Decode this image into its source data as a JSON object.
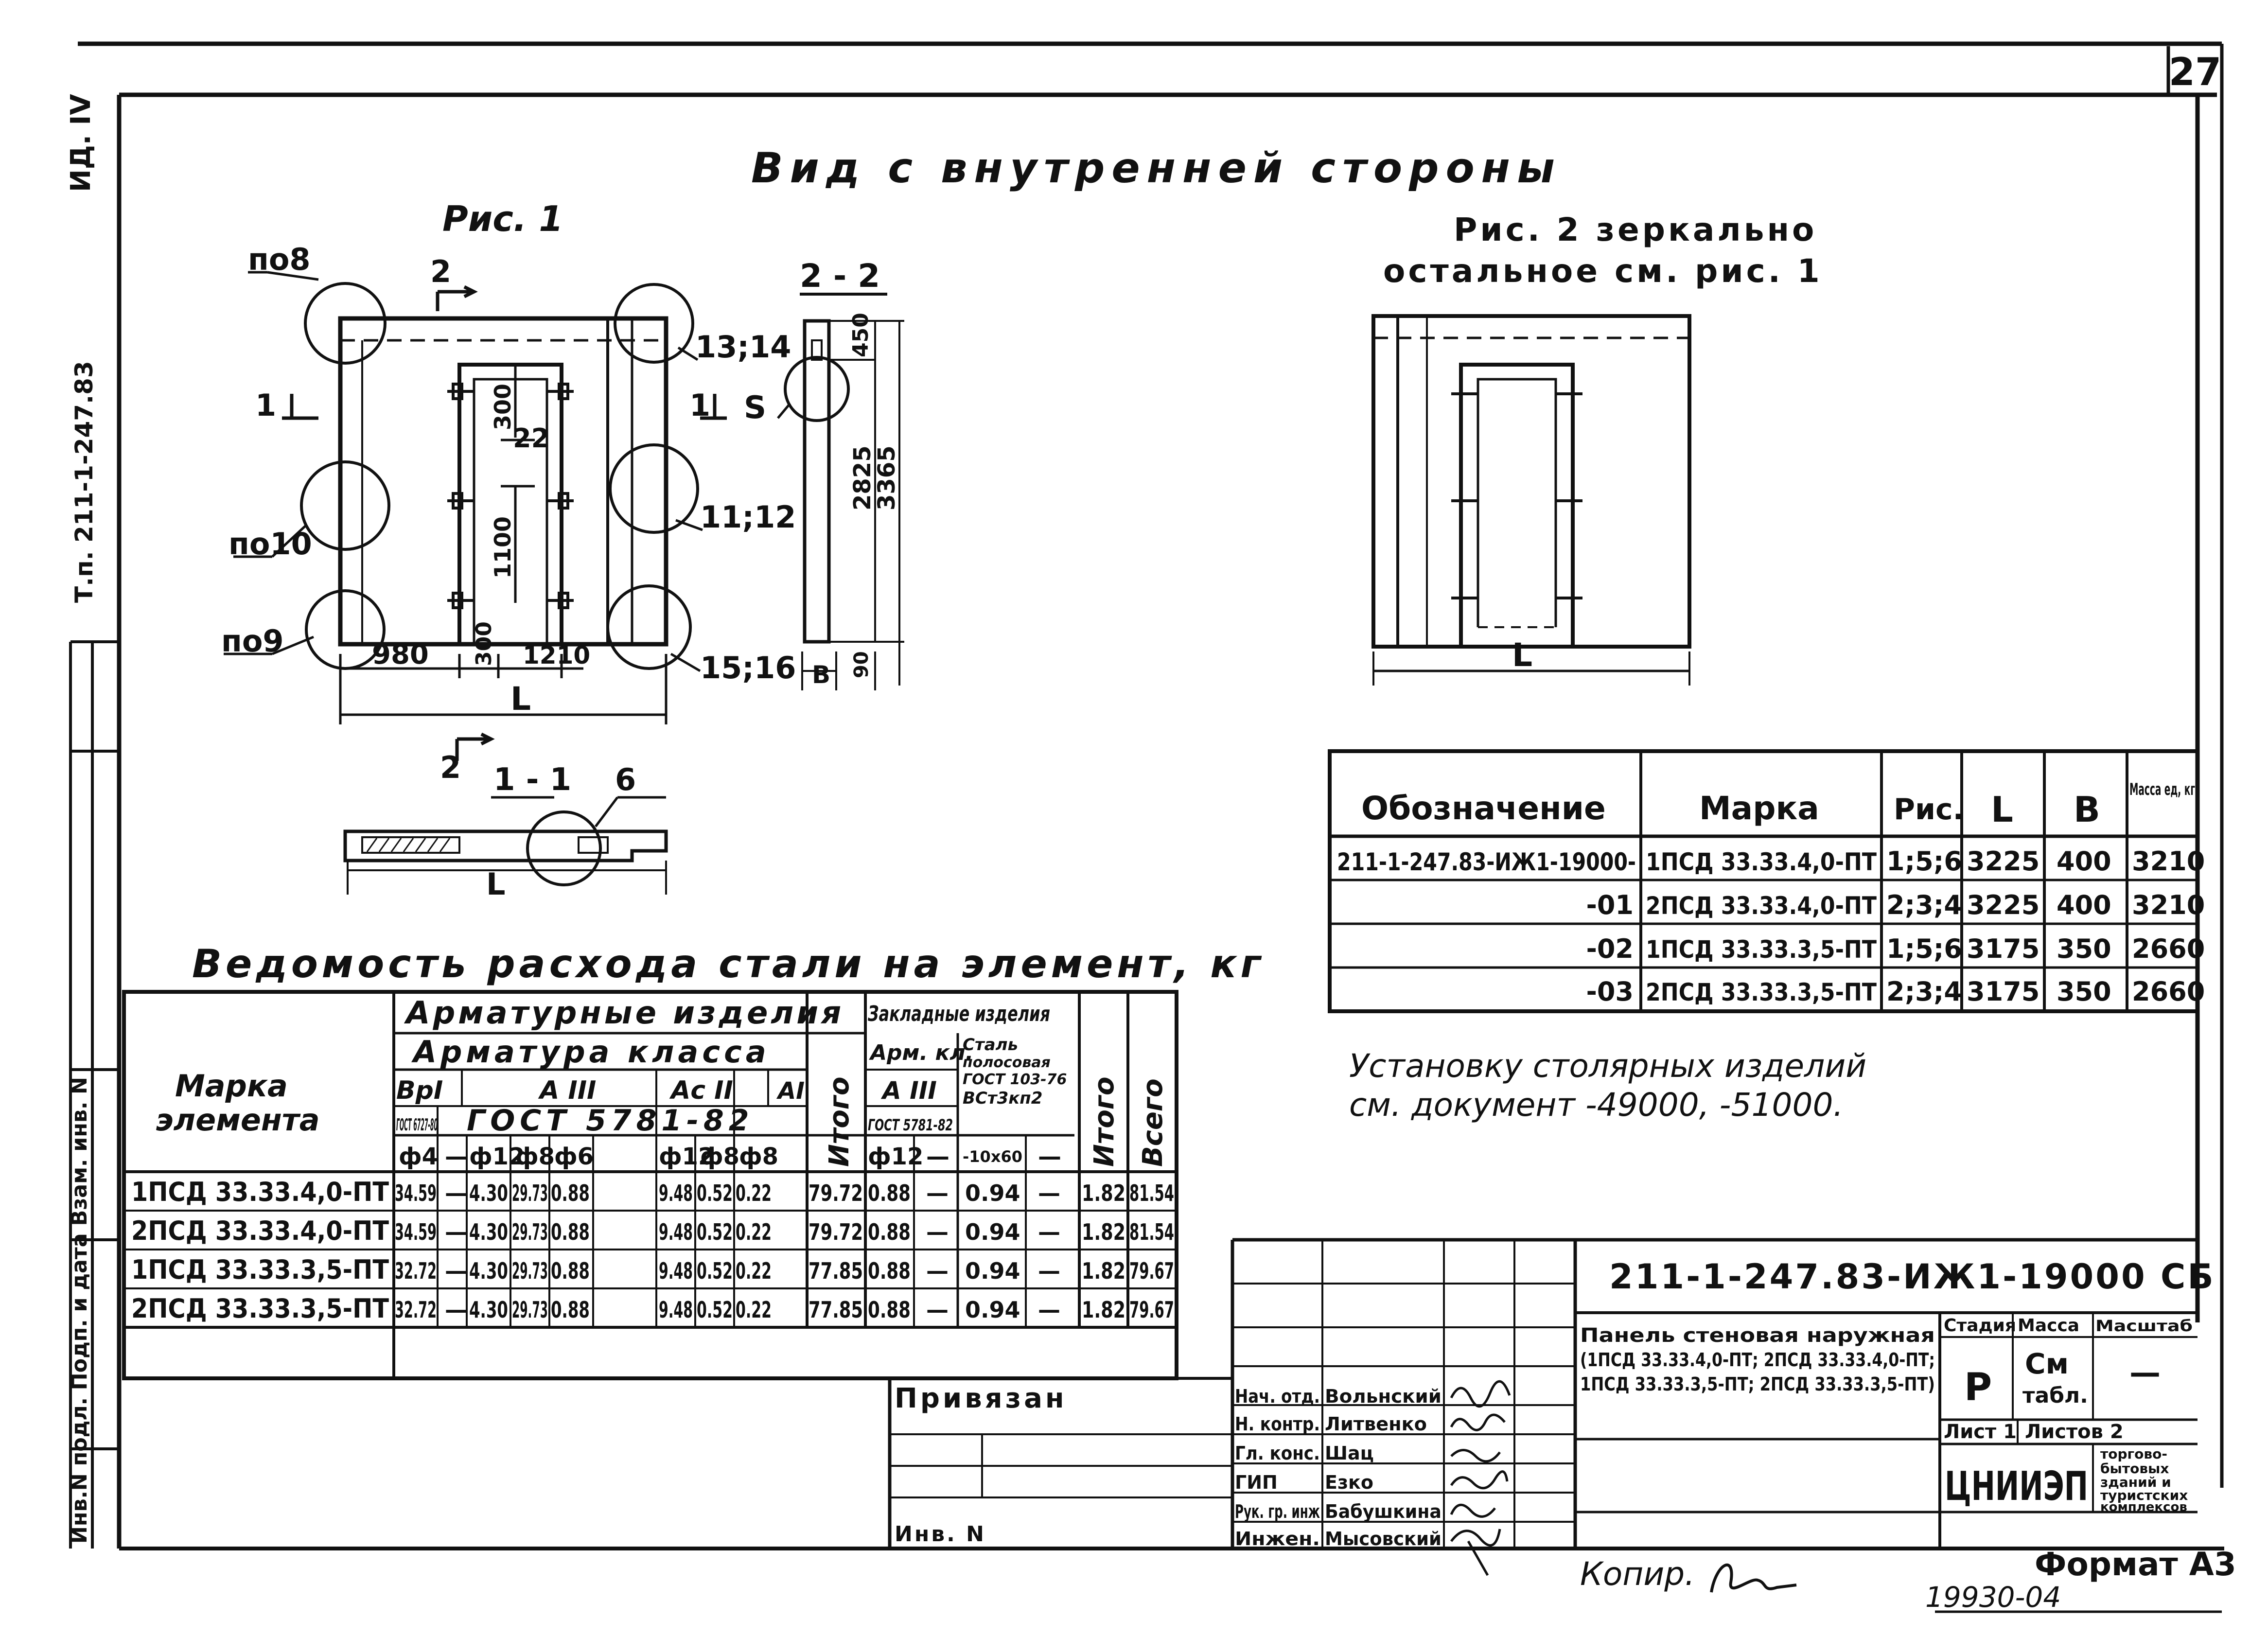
{
  "sheet_number": "27",
  "view_title": "Вид с внутренней стороны",
  "fig1": {
    "title": "Рис. 1",
    "section_22": "2 - 2",
    "section_11": "1 - 1",
    "callouts": {
      "po8": "по8",
      "po10": "по10",
      "po9": "по9",
      "c1314": "13;14",
      "c1112": "11;12",
      "c1516": "15;16",
      "s": "S",
      "six": "6"
    },
    "marks": {
      "m2top": "2",
      "m1left": "1",
      "m1right": "1",
      "m2bottom": "2"
    },
    "dims": {
      "d980": "980",
      "d300b": "300",
      "d1210": "1210",
      "dL": "L",
      "d300t": "300",
      "d22": "22",
      "d1100": "1100",
      "d450": "450",
      "d2825": "2825",
      "d3365": "3365",
      "dB": "B",
      "d90": "90",
      "dL2": "L"
    }
  },
  "fig2": {
    "title_line1": "Рис. 2 зеркально",
    "title_line2": "остальное см. рис. 1",
    "dim_L": "L"
  },
  "marks_table": {
    "headers": [
      "Обозначение",
      "Марка",
      "Рис.",
      "L",
      "B",
      "Масса ед, кг"
    ],
    "rows": [
      [
        "211-1-247.83-ИЖ1-19000-",
        "1ПСД 33.33.4,0-ПТ",
        "1;5;6",
        "3225",
        "400",
        "3210"
      ],
      [
        "-01",
        "2ПСД 33.33.4,0-ПТ",
        "2;3;4",
        "3225",
        "400",
        "3210"
      ],
      [
        "-02",
        "1ПСД 33.33.3,5-ПТ",
        "1;5;6",
        "3175",
        "350",
        "2660"
      ],
      [
        "-03",
        "2ПСД 33.33.3,5-ПТ",
        "2;3;4",
        "3175",
        "350",
        "2660"
      ]
    ]
  },
  "note": {
    "line1": "Установку столярных изделий",
    "line2": "см. документ -49000, -51000."
  },
  "steel_table": {
    "title": "Ведомость расхода стали на элемент, кг",
    "h_mark": [
      "Марка",
      "элемента"
    ],
    "h_arm_izd": "Арматурные изделия",
    "h_arm_class": "Арматура класса",
    "h_zakl": "Закладные изделия",
    "h_arm_kl": "Арм. кл.",
    "h_stal_lines": [
      "Сталь",
      "полосовая",
      "ГОСТ 103-76",
      "ВСт3кп2"
    ],
    "h_itogo1": "Итого",
    "h_itogo2": "Итого",
    "h_vsego": "Всего",
    "h_classes": [
      "ВрI",
      "А III",
      "Ас II",
      "АI",
      "А III"
    ],
    "h_gost1": "ГОСТ 6727-80",
    "h_gost2": "ГОСТ 5781-82",
    "h_gost3": "ГОСТ 5781-82",
    "h_diams": [
      "ф4",
      "—",
      "ф12",
      "ф8",
      "ф6",
      "ф12",
      "ф8",
      "ф8",
      "ф12",
      "—",
      "-10х60",
      "—"
    ],
    "rows": [
      [
        "1ПСД 33.33.4,0-ПТ",
        "34.59",
        "—",
        "4.30",
        "29.73",
        "0.88",
        "9.48",
        "0.52",
        "0.22",
        "79.72",
        "0.88",
        "—",
        "0.94",
        "—",
        "1.82",
        "81.54"
      ],
      [
        "2ПСД 33.33.4,0-ПТ",
        "34.59",
        "—",
        "4.30",
        "29.73",
        "0.88",
        "9.48",
        "0.52",
        "0.22",
        "79.72",
        "0.88",
        "—",
        "0.94",
        "—",
        "1.82",
        "81.54"
      ],
      [
        "1ПСД 33.33.3,5-ПТ",
        "32.72",
        "—",
        "4.30",
        "29.73",
        "0.88",
        "9.48",
        "0.52",
        "0.22",
        "77.85",
        "0.88",
        "—",
        "0.94",
        "—",
        "1.82",
        "79.67"
      ],
      [
        "2ПСД 33.33.3,5-ПТ",
        "32.72",
        "—",
        "4.30",
        "29.73",
        "0.88",
        "9.48",
        "0.52",
        "0.22",
        "77.85",
        "0.88",
        "—",
        "0.94",
        "—",
        "1.82",
        "79.67"
      ]
    ]
  },
  "title_block": {
    "doc_code": "211-1-247.83-ИЖ1-19000 СБ",
    "name_lines": [
      "Панель стеновая наружная",
      "(1ПСД 33.33.4,0-ПТ; 2ПСД 33.33.4,0-ПТ;",
      "1ПСД 33.33.3,5-ПТ; 2ПСД 33.33.3,5-ПТ)"
    ],
    "h_stage": "Стадия",
    "h_mass": "Масса",
    "h_scale": "Масштаб",
    "stage": "Р",
    "mass_lines": [
      "См",
      "табл."
    ],
    "scale": "—",
    "sheet": "Лист 1",
    "sheets": "Листов 2",
    "org": "ЦНИИЭП",
    "org_sub": [
      "торгово-",
      "бытовых",
      "зданий и",
      "туристских",
      "комплексов"
    ],
    "signers": [
      [
        "Нач. отд.",
        "Вольнский"
      ],
      [
        "Н. контр.",
        "Литвенко"
      ],
      [
        "Гл. конс.",
        "Шац"
      ],
      [
        "ГИП",
        "Езко"
      ],
      [
        "Рук. гр. инж",
        "Бабушкина"
      ],
      [
        "Инжен.",
        "Мысовский"
      ]
    ],
    "privyazan": "Привязан",
    "inv": "Инв. N",
    "copy": "Копир.",
    "format": "Формат А3",
    "order": "19930-04"
  },
  "left_margin": {
    "top_tag": "ИД. IV",
    "series": "Т.п. 211-1-247.83",
    "stamp": "Инв.N подл. Подп. и дата Взам. инв. N"
  }
}
